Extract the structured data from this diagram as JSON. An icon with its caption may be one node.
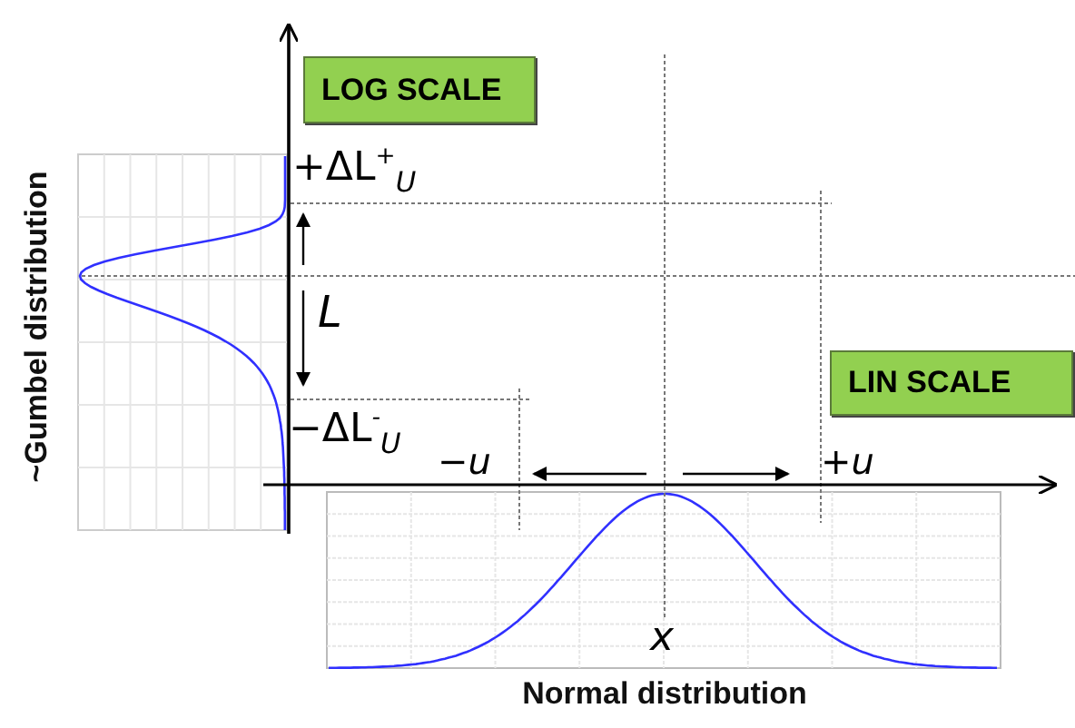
{
  "diagram": {
    "nodes": [
      {
        "text": [
          "LOG SCALE"
        ]
      },
      {
        "text": [
          "LIN SCALE"
        ]
      }
    ],
    "labels": [
      "~Gumbel distribution",
      "+ΔL$^{+}$$_{U}$",
      "L",
      "−ΔL$^{-}$$_{U}$",
      "−u",
      "+u",
      "x",
      "Normal distribution"
    ]
  }
}
